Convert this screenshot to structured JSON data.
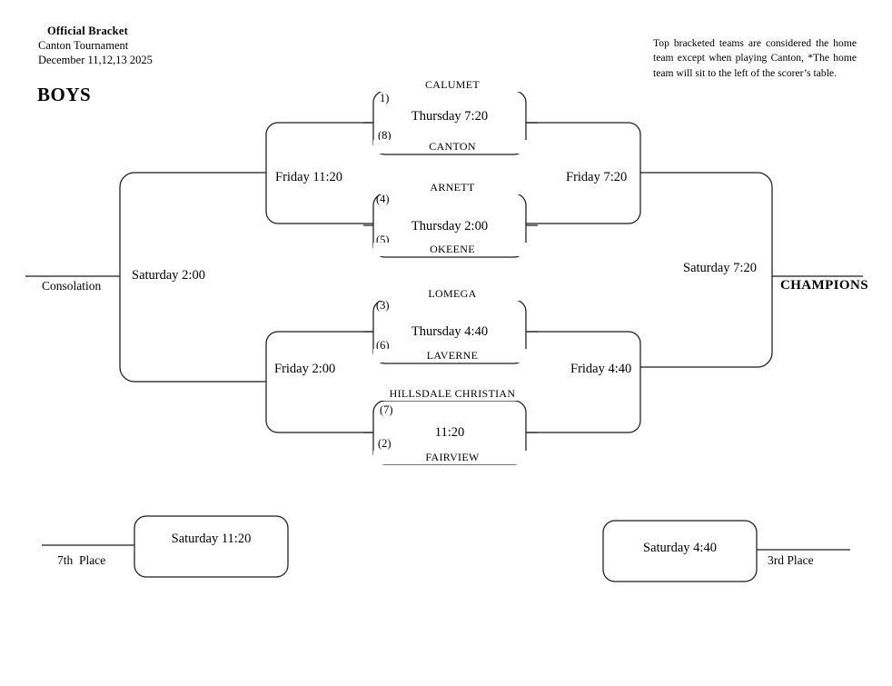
{
  "header": {
    "official": "Official Bracket",
    "tournament": "Canton Tournament",
    "dates": "December 11,12,13 2025",
    "division": "BOYS"
  },
  "note": "Top bracketed teams are considered the home team except when playing Canton, *The home team will sit to the left of the scorer’s table.",
  "games": [
    {
      "id": "game-1",
      "time": "Thursday 7:20",
      "top_seed": "1)",
      "top_team": "CALUMET",
      "bottom_seed": "(8)",
      "bottom_team": "CANTON"
    },
    {
      "id": "game-2",
      "time": "Thursday 2:00",
      "top_seed": "(4)",
      "top_team": "ARNETT",
      "bottom_seed": "(5)",
      "bottom_team": "OKEENE"
    },
    {
      "id": "game-3",
      "time": "Thursday 4:40",
      "top_seed": "(3)",
      "top_team": "LOMEGA",
      "bottom_seed": "(6)",
      "bottom_team": "LAVERNE"
    },
    {
      "id": "game-4",
      "time": "11:20",
      "top_seed": "(7)",
      "top_team": "HILLSDALE CHRISTIAN",
      "bottom_seed": "(2)",
      "bottom_team": "FAIRVIEW"
    }
  ],
  "rounds": {
    "consolation_upper": "Friday 11:20",
    "consolation_lower": "Friday 2:00",
    "consolation_final": "Saturday 2:00",
    "semifinal_upper": "Friday 7:20",
    "semifinal_lower": "Friday 4:40",
    "championship": "Saturday 7:20"
  },
  "edges": {
    "consolation": "Consolation",
    "champions": "CHAMPIONS"
  },
  "placement": {
    "seventh": {
      "time": "Saturday 11:20",
      "label": "7th  Place"
    },
    "third": {
      "time": "Saturday 4:40",
      "label": "3rd Place"
    }
  },
  "colors": {
    "ink": "#000000",
    "paper": "#ffffff"
  }
}
